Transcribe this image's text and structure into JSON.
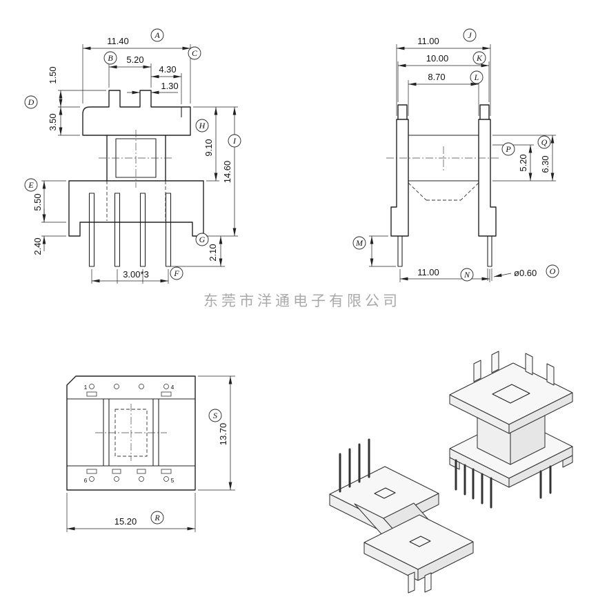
{
  "company_watermark": "东莞市洋通电子有限公司",
  "front_view": {
    "dims": {
      "top_width": {
        "value": "11.40",
        "balloon": "A"
      },
      "post_span": {
        "value": "5.20",
        "balloon": "B"
      },
      "right_offset": {
        "value": "4.30",
        "balloon": "C"
      },
      "post_width": {
        "value": "1.30"
      },
      "post_height": {
        "value": "1.50"
      },
      "flange_thick": {
        "value": "3.50"
      },
      "balloon_d": "D",
      "balloon_e": "E",
      "base_height": {
        "value": "5.50"
      },
      "foot_height": {
        "value": "2.40"
      },
      "pin_pitch": {
        "value": "3.00*3",
        "balloon": "F"
      },
      "pin_tail": {
        "value": "2.10",
        "balloon": "G"
      },
      "window_height": {
        "value": "9.10",
        "balloon": "H"
      },
      "overall_height": {
        "value": "14.60",
        "balloon": "I"
      }
    }
  },
  "side_view": {
    "dims": {
      "overall_width": {
        "value": "11.00",
        "balloon": "J"
      },
      "flange_width": {
        "value": "10.00",
        "balloon": "K"
      },
      "inner_width": {
        "value": "8.70",
        "balloon": "L"
      },
      "balloon_m": "M",
      "pin_span": {
        "value": "11.00",
        "balloon": "N"
      },
      "pin_diameter": {
        "value": "ø0.60",
        "balloon": "O"
      },
      "window_depth": {
        "value": "5.20",
        "balloon": "P"
      },
      "cavity_depth": {
        "value": "6.30",
        "balloon": "Q"
      }
    }
  },
  "bottom_view": {
    "dims": {
      "overall_length": {
        "value": "15.20",
        "balloon": "R"
      },
      "overall_depth": {
        "value": "13.70",
        "balloon": "S"
      }
    },
    "pin_labels": [
      "1",
      "4",
      "6",
      "5"
    ]
  }
}
